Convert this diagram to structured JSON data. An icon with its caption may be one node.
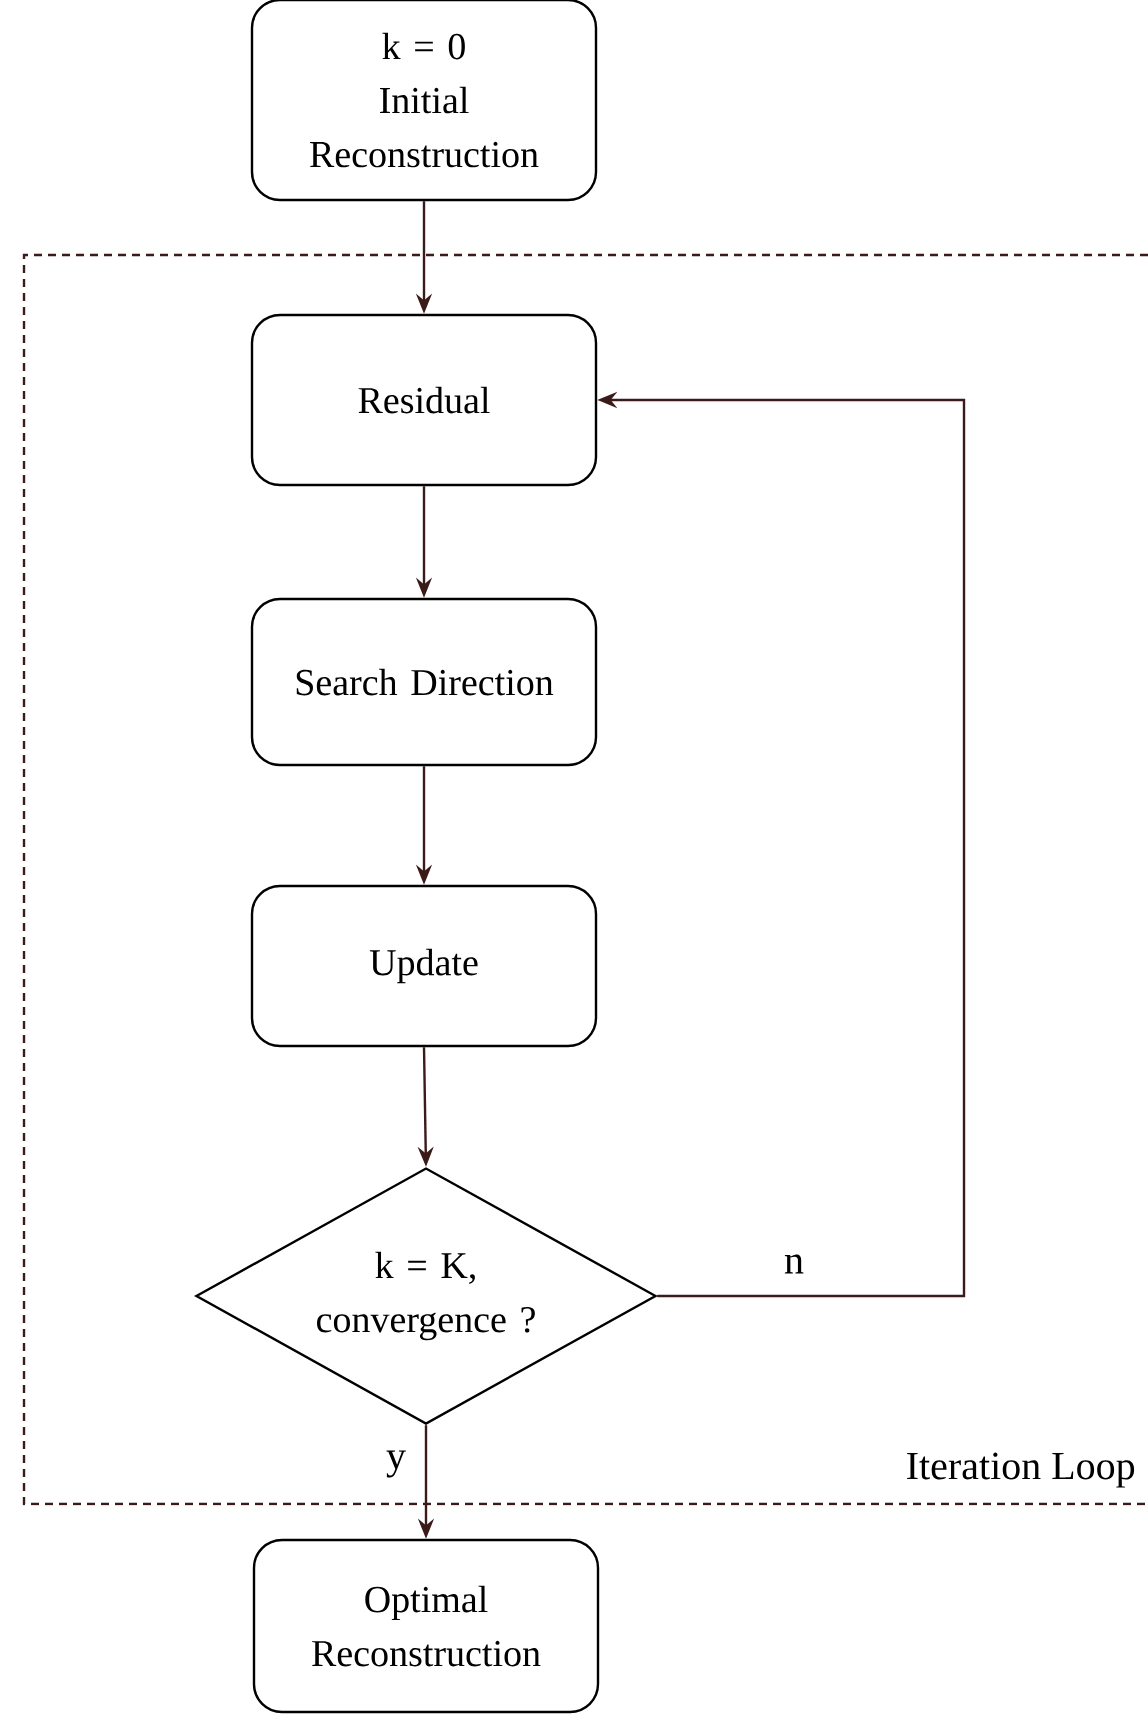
{
  "diagram": {
    "nodes": [
      {
        "text": [
          "k = 0",
          "Initial Reconstruction"
        ]
      },
      {
        "text": [
          "Iteration Loop"
        ]
      },
      {
        "text": [
          "Residual"
        ],
        "in": 1
      },
      {
        "text": [
          "Search Direction"
        ],
        "in": 1
      },
      {
        "text": [
          "Update"
        ],
        "in": 1
      },
      {
        "text": [
          "k = K, convergence ?"
        ],
        "in": 1
      },
      {
        "text": [
          "Optimal Reconstruction"
        ]
      }
    ],
    "edges": [
      {
        "from": 0,
        "to": 2,
        "arrow": "to"
      },
      {
        "from": 2,
        "to": 3,
        "arrow": "to"
      },
      {
        "from": 3,
        "to": 4,
        "arrow": "to"
      },
      {
        "from": 4,
        "to": 5,
        "arrow": "to"
      },
      {
        "from": 5,
        "to": 2,
        "arrow": "to",
        "label": "n"
      },
      {
        "from": 5,
        "to": 6,
        "arrow": "to",
        "label": "y"
      }
    ]
  }
}
